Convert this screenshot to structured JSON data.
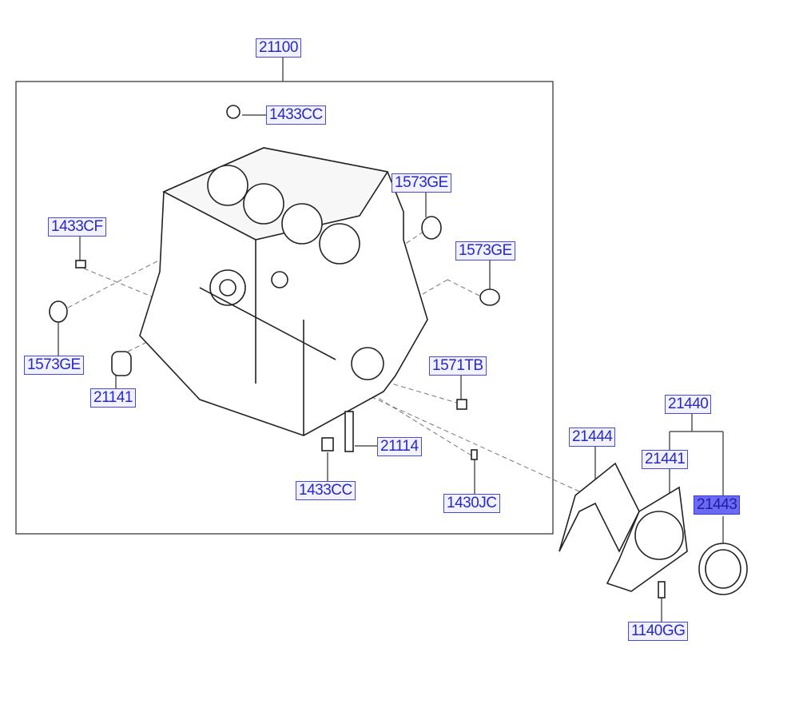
{
  "diagram": {
    "assembly_label": "21100",
    "labels": {
      "l_1433CC_top": "1433CC",
      "l_1573GE_a": "1573GE",
      "l_1433CF": "1433CF",
      "l_1573GE_b": "1573GE",
      "l_1573GE_c": "1573GE",
      "l_1571TB": "1571TB",
      "l_21141": "21141",
      "l_21114": "21114",
      "l_1433CC_bottom": "1433CC",
      "l_1430JC": "1430JC",
      "l_21444": "21444",
      "l_21440": "21440",
      "l_21441": "21441",
      "l_21443": "21443",
      "l_1140GG": "1140GG"
    },
    "highlighted": "21443",
    "colors": {
      "label_text": "#2828c8",
      "label_border": "#4a4ad8",
      "highlight": "#6a6af2"
    }
  }
}
